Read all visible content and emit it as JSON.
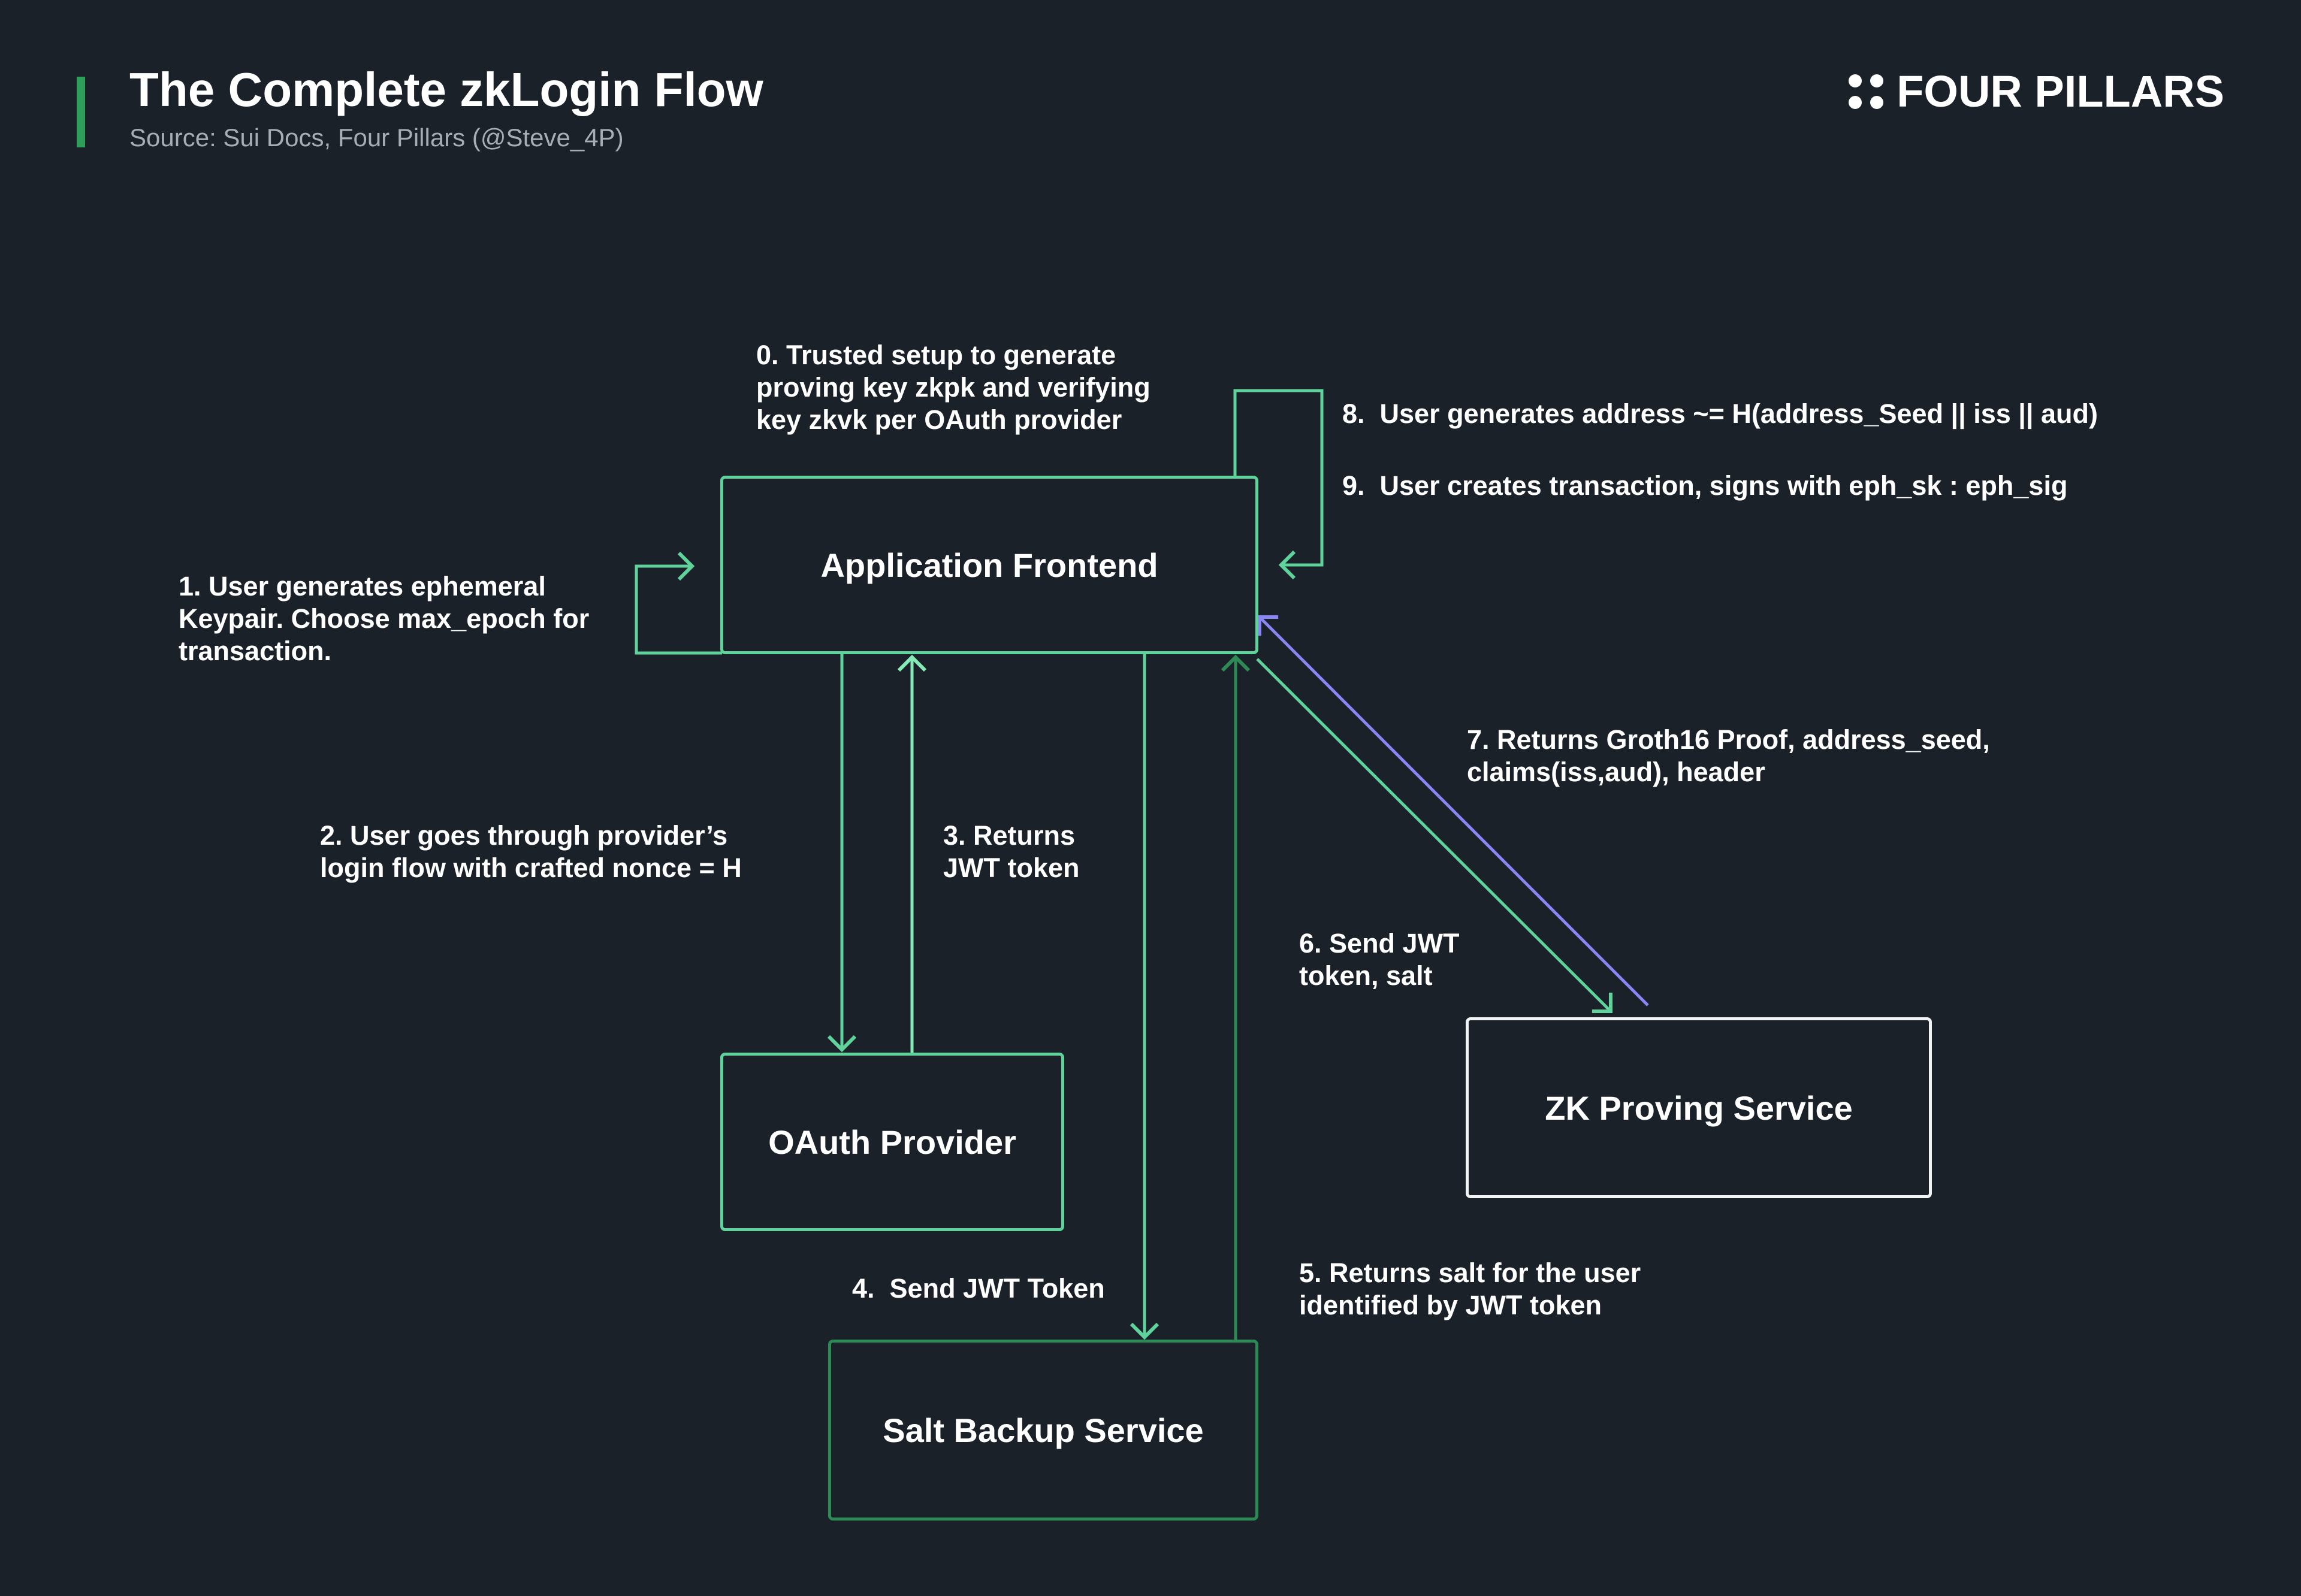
{
  "header": {
    "title": "The Complete zkLogin Flow",
    "source": "Source: Sui Docs, Four Pillars (@Steve_4P)",
    "brand": "FOUR PILLARS"
  },
  "nodes": {
    "frontend": "Application Frontend",
    "oauth": "OAuth Provider",
    "zk": "ZK Proving Service",
    "salt": "Salt Backup Service"
  },
  "steps": {
    "s0": "0. Trusted setup to generate\nproving key zkpk and verifying\nkey zkvk per OAuth provider",
    "s1": "1. User generates ephemeral\nKeypair. Choose max_epoch for\ntransaction.",
    "s2": "2. User goes through provider’s\nlogin flow with crafted nonce = H",
    "s3": "3. Returns\nJWT token",
    "s4": "4.  Send JWT Token",
    "s5": "5. Returns salt for the user\nidentified by JWT token",
    "s6": "6. Send JWT\ntoken, salt",
    "s7": "7. Returns Groth16 Proof, address_seed,\nclaims(iss,aud), header",
    "s8": "8.  User generates address ~= H(address_Seed || iss || aud)",
    "s9": "9.  User creates transaction, signs with eph_sk : eph_sig"
  },
  "colors": {
    "background": "#1b2129",
    "accent": "#2e9e5b",
    "flow_green": "#5fd39b",
    "return_light_green": "#86eab6",
    "salt_dark_green": "#2e8a55",
    "proof_purple": "#8b86f5",
    "zk_border": "#f1f3f5"
  },
  "icons": {
    "brand": "four-dots-logo-icon"
  }
}
